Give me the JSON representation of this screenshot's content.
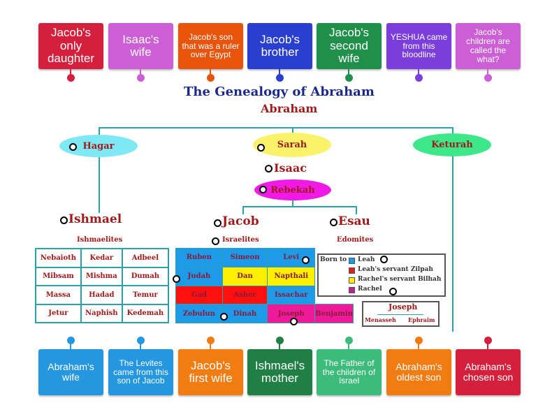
{
  "top_cards": [
    {
      "label": "Jacob's only daughter",
      "color": "#d4203c",
      "size": "big"
    },
    {
      "label": "Isaac's wife",
      "color": "#cc5fd6",
      "size": "big"
    },
    {
      "label": "Jacob's son that was a ruler over Egypt",
      "color": "#e9540c",
      "size": "sm"
    },
    {
      "label": "Jacob's brother",
      "color": "#2a3fcf",
      "size": "big"
    },
    {
      "label": "Jacob's second wife",
      "color": "#1f8f4a",
      "size": "big"
    },
    {
      "label": "YESHUA came from this bloodline",
      "color": "#7b3ddb",
      "size": "sm"
    },
    {
      "label": "Jacob's children are called the what?",
      "color": "#cc5fd6",
      "size": "sm"
    }
  ],
  "bottom_cards": [
    {
      "label": "Abraham's wife",
      "color": "#2596e0",
      "size": "mid"
    },
    {
      "label": "The Levites came from this son of Jacob",
      "color": "#2596e0",
      "size": "sm"
    },
    {
      "label": "Jacob's first wife",
      "color": "#f07c12",
      "size": "big"
    },
    {
      "label": "Ishmael's mother",
      "color": "#1f7f45",
      "size": "big"
    },
    {
      "label": "The Father of the children of Israel",
      "color": "#3dbb7b",
      "size": "sm"
    },
    {
      "label": "Abraham's oldest son",
      "color": "#f07c12",
      "size": "mid"
    },
    {
      "label": "Abraham's chosen son",
      "color": "#d4203c",
      "size": "mid"
    }
  ],
  "diagram": {
    "title": "The Genealogy of Abraham",
    "root": "Abraham",
    "wives": {
      "hagar": "Hagar",
      "sarah": "Sarah",
      "keturah": "Keturah"
    },
    "isaac": "Isaac",
    "rebekah": "Rebekah",
    "ishmael": "Ishmael",
    "ishmaelites": "Ishmaelites",
    "jacob": "Jacob",
    "israelites": "Israelites",
    "esau": "Esau",
    "edomites": "Edomites",
    "ishmael_sons": [
      [
        "Nebaioth",
        "Kedar",
        "Adbeel"
      ],
      [
        "Mibsam",
        "Mishma",
        "Dumah"
      ],
      [
        "Massa",
        "Hadad",
        "Temur"
      ],
      [
        "Jetur",
        "Naphish",
        "Kedemah"
      ]
    ],
    "jacob_sons": [
      [
        {
          "n": "Ruben",
          "c": "#1e9be8"
        },
        {
          "n": "Simeon",
          "c": "#1e9be8"
        },
        {
          "n": "Levi",
          "c": "#1e9be8"
        }
      ],
      [
        {
          "n": "Judah",
          "c": "#1e9be8"
        },
        {
          "n": "Dan",
          "c": "#ffee00"
        },
        {
          "n": "Napthali",
          "c": "#ffee00"
        }
      ],
      [
        {
          "n": "Gad",
          "c": "#ff1010"
        },
        {
          "n": "Asher",
          "c": "#ff1010"
        },
        {
          "n": "Issachar",
          "c": "#1e9be8"
        }
      ],
      [
        {
          "n": "Zebulun",
          "c": "#1e9be8"
        },
        {
          "n": "Dinah",
          "c": "#1e9be8"
        },
        {
          "n": "Joseph",
          "c": "#ee1a9a"
        },
        {
          "n": "Benjamin",
          "c": "#ee1a9a"
        }
      ]
    ],
    "legend": {
      "born_to": "Born to",
      "items": [
        {
          "label": "Leah",
          "color": "#1e9be8"
        },
        {
          "label": "Leah's servant Zilpah",
          "color": "#e02020"
        },
        {
          "label": "Rachel's servant Bilhah",
          "color": "#ffee00"
        },
        {
          "label": "Rachel",
          "color": "#c02090"
        }
      ]
    },
    "joseph_box": {
      "title": "Joseph",
      "sons": [
        "Menasseh",
        "Ephraim"
      ]
    }
  }
}
